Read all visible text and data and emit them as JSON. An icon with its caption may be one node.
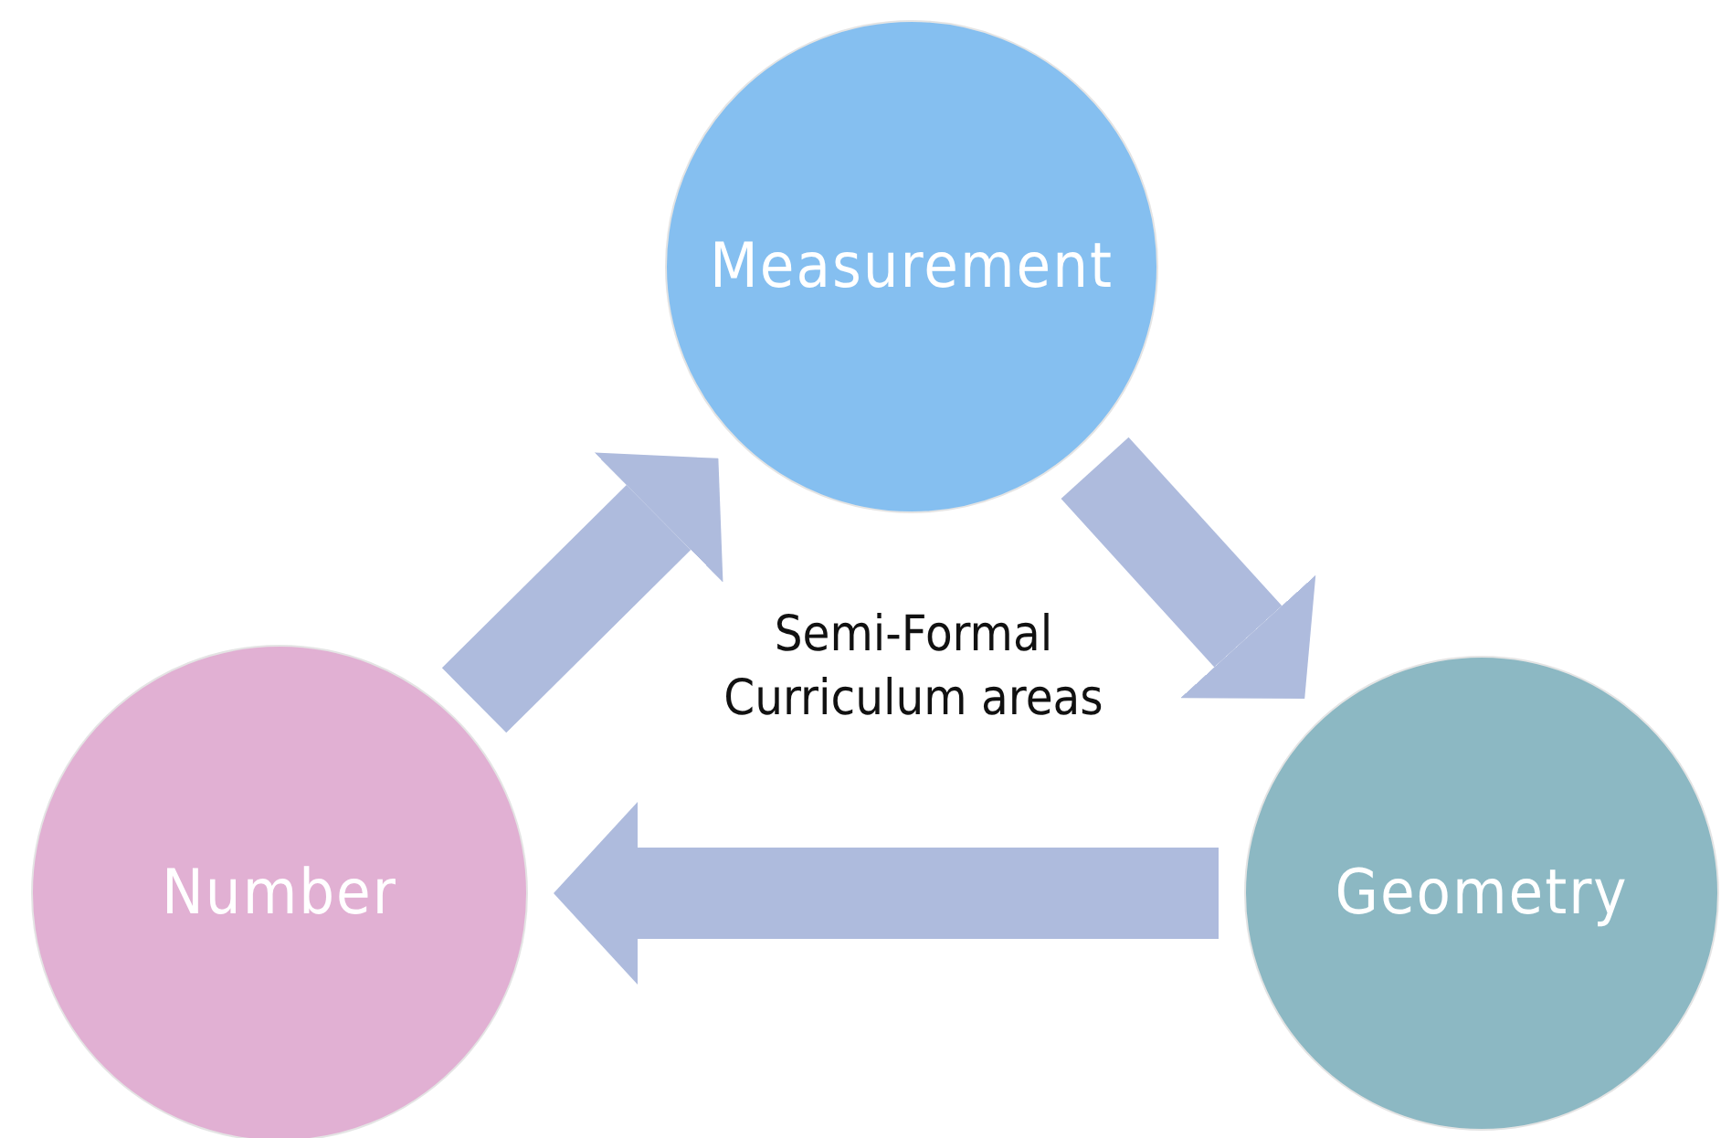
{
  "diagram": {
    "nodes": [
      {
        "text": [
          "Measurement"
        ]
      },
      {
        "text": [
          "Geometry"
        ]
      },
      {
        "text": [
          "Number"
        ]
      }
    ],
    "edges": [
      {
        "from": 2,
        "to": 0,
        "arrow": "to"
      },
      {
        "from": 0,
        "to": 1,
        "arrow": "to"
      },
      {
        "from": 1,
        "to": 2,
        "arrow": "to"
      }
    ],
    "labels": [
      "Semi-Formal Curriculum areas"
    ]
  }
}
